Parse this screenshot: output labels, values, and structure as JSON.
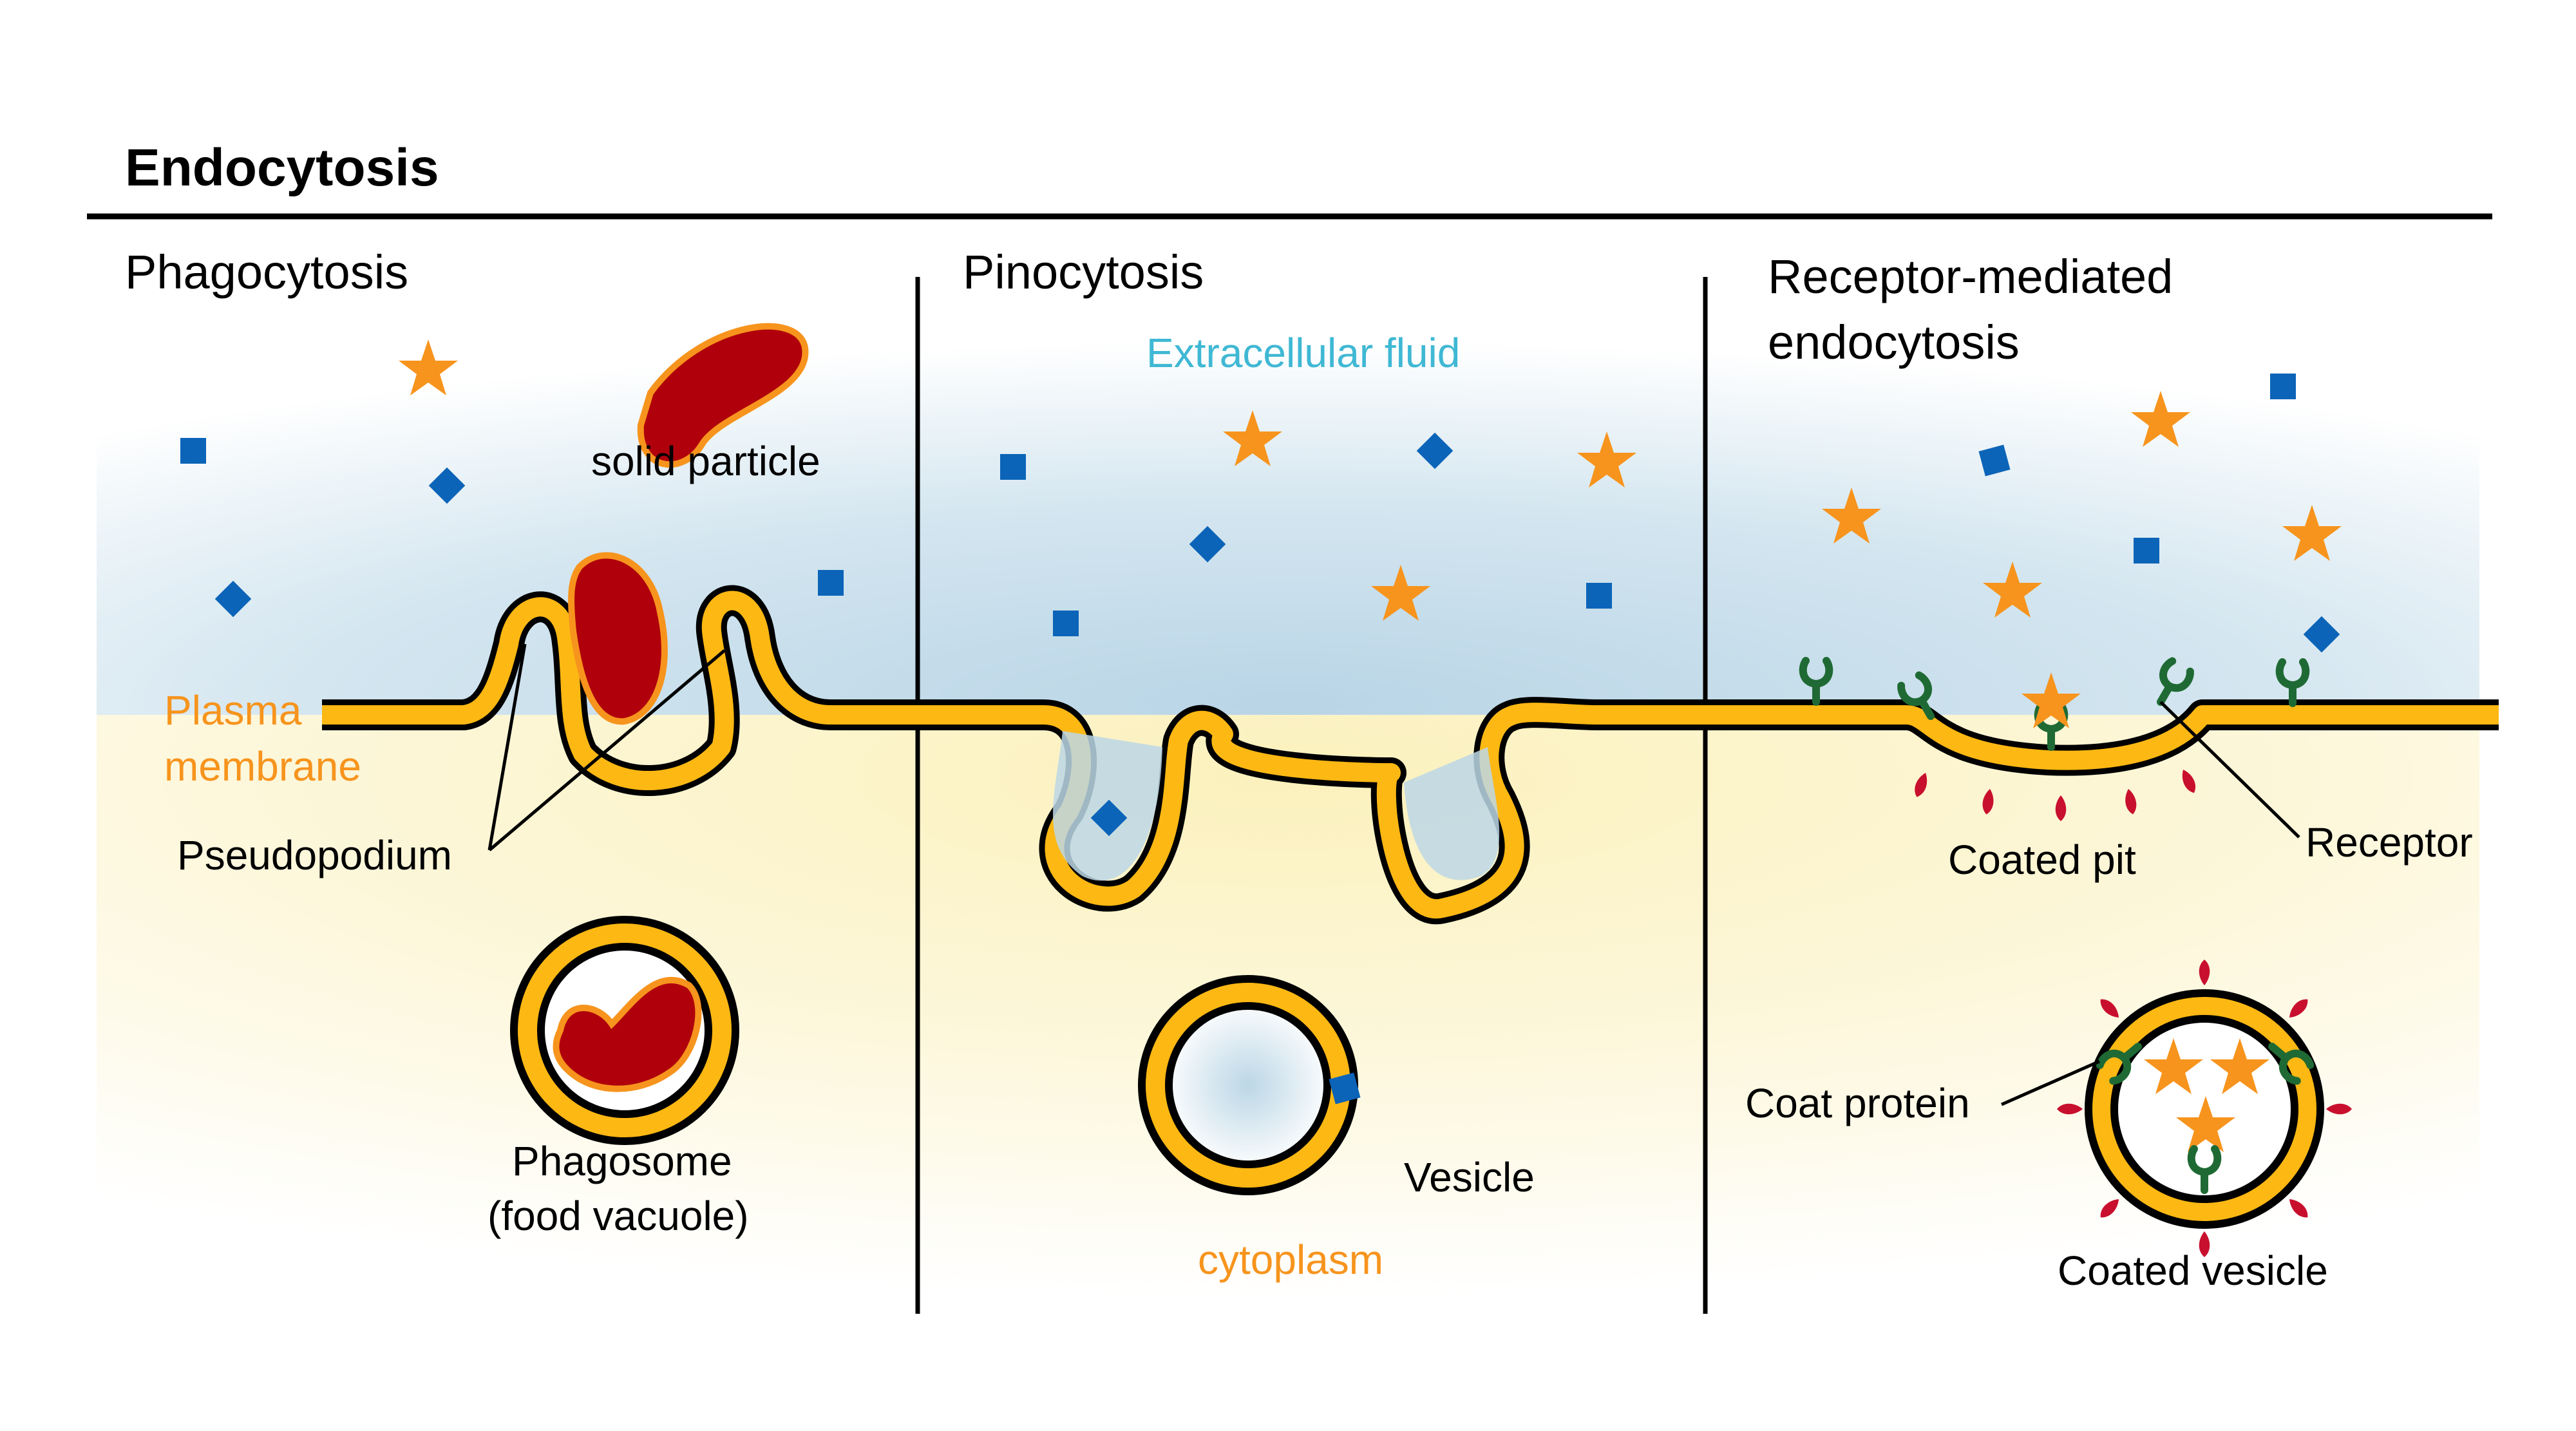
{
  "title": "Endocytosis",
  "sections": {
    "phagocytosis": {
      "heading": "Phagocytosis",
      "solid_particle": "solid particle",
      "plasma_membrane_line1": "Plasma",
      "plasma_membrane_line2": "membrane",
      "pseudopodium": "Pseudopodium",
      "phagosome_line1": "Phagosome",
      "phagosome_line2": "(food vacuole)"
    },
    "pinocytosis": {
      "heading": "Pinocytosis",
      "extracellular_fluid": "Extracellular fluid",
      "vesicle": "Vesicle",
      "cytoplasm": "cytoplasm"
    },
    "receptor_mediated": {
      "heading_line1": "Receptor-mediated",
      "heading_line2": "endocytosis",
      "coated_pit": "Coated pit",
      "receptor": "Receptor",
      "coat_protein": "Coat protein",
      "coated_vesicle": "Coated vesicle"
    }
  },
  "colors": {
    "membrane_fill": "#fdb813",
    "membrane_outline": "#000000",
    "particle_fill": "#b0000b",
    "particle_outline": "#f7941d",
    "star": "#f7941d",
    "molecule": "#0b64b8",
    "receptor": "#1f6a34",
    "coat_protein": "#c8102e",
    "extracellular": "#bcd7e6",
    "cytoplasm": "#fbf3c6"
  }
}
